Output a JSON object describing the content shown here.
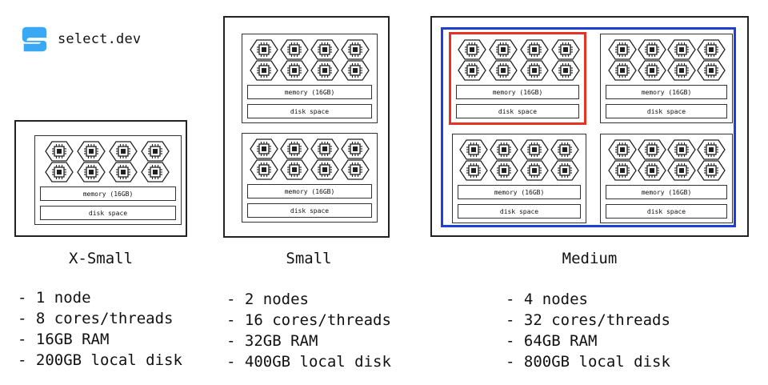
{
  "brand": {
    "name": "select.dev",
    "logo_color": "#39a9f5"
  },
  "labels": {
    "memory": "memory (16GB)",
    "disk": "disk space"
  },
  "colors": {
    "highlight_node": "#e53222",
    "highlight_cluster": "#1f3fd6",
    "stroke": "#222222"
  },
  "warehouses": [
    {
      "name": "X-Small",
      "specs": [
        "1 node",
        "8 cores/threads",
        "16GB RAM",
        "200GB local disk"
      ]
    },
    {
      "name": "Small",
      "specs": [
        "2 nodes",
        "16 cores/threads",
        "32GB RAM",
        "400GB local disk"
      ]
    },
    {
      "name": "Medium",
      "specs": [
        "4 nodes",
        "32 cores/threads",
        "64GB RAM",
        "800GB local disk"
      ]
    }
  ]
}
